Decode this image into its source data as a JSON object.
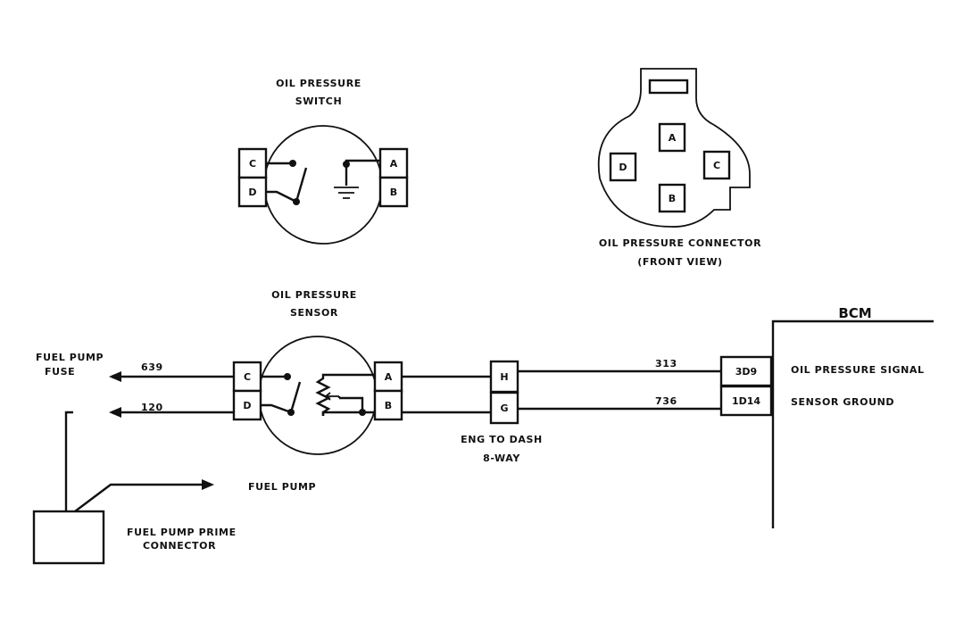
{
  "switch": {
    "title_line1": "OIL PRESSURE",
    "title_line2": "SWITCH",
    "pins_left": [
      "C",
      "D"
    ],
    "pins_right": [
      "A",
      "B"
    ]
  },
  "connector": {
    "pins": [
      "A",
      "D",
      "C",
      "B"
    ],
    "label_line1": "OIL PRESSURE CONNECTOR",
    "label_line2": "(FRONT VIEW)"
  },
  "sensor": {
    "title_line1": "OIL PRESSURE",
    "title_line2": "SENSOR",
    "pins_left": [
      "C",
      "D"
    ],
    "pins_right": [
      "A",
      "B"
    ]
  },
  "fuel_pump_fuse": {
    "line1": "FUEL PUMP",
    "line2": "FUSE"
  },
  "circuits": {
    "c639": "639",
    "c120": "120",
    "c313": "313",
    "c736": "736"
  },
  "eng_dash": {
    "pins": [
      "H",
      "G"
    ],
    "line1": "ENG TO DASH",
    "line2": "8-WAY"
  },
  "fuel_pump_label": "FUEL PUMP",
  "prime_connector": {
    "line1": "FUEL PUMP PRIME",
    "line2": "CONNECTOR"
  },
  "bcm": {
    "title": "BCM",
    "pins": [
      "3D9",
      "1D14"
    ],
    "signal_labels": [
      "OIL PRESSURE SIGNAL",
      "SENSOR GROUND"
    ]
  }
}
